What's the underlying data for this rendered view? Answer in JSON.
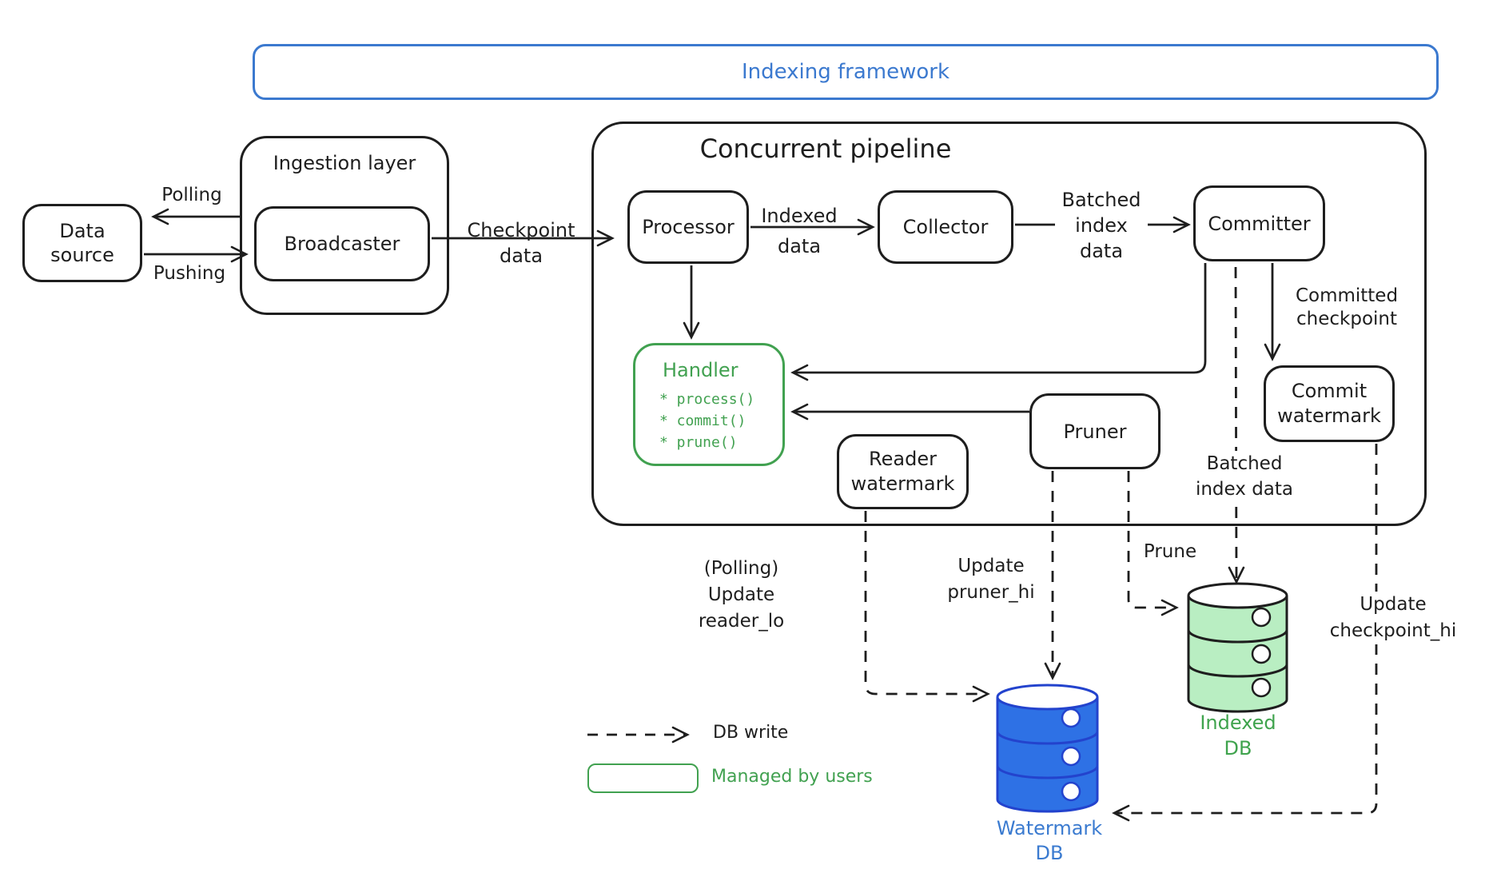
{
  "frame": {
    "title": "Indexing framework"
  },
  "pipeline": {
    "title": "Concurrent pipeline"
  },
  "nodes": {
    "data_source": "Data source",
    "ingestion_layer": "Ingestion layer",
    "broadcaster": "Broadcaster",
    "processor": "Processor",
    "collector": "Collector",
    "committer": "Committer",
    "pruner": "Pruner",
    "handler": {
      "title": "Handler",
      "methods": [
        "* process()",
        "* commit()",
        "* prune()"
      ]
    },
    "reader_watermark": [
      "Reader",
      "watermark"
    ],
    "commit_watermark": [
      "Commit",
      "watermark"
    ]
  },
  "edges": {
    "polling": "Polling",
    "pushing": "Pushing",
    "checkpoint_data": [
      "Checkpoint",
      "data"
    ],
    "indexed_data": [
      "Indexed",
      "data"
    ],
    "batched_index_data": [
      "Batched",
      "index",
      "data"
    ],
    "committed_checkpoint": [
      "Committed",
      "checkpoint"
    ],
    "batched_index_data_db": [
      "Batched",
      "index data"
    ],
    "update_pruner_hi": [
      "Update",
      "pruner_hi"
    ],
    "prune": "Prune",
    "update_reader_lo": [
      "(Polling)",
      "Update",
      "reader_lo"
    ],
    "update_checkpoint_hi": [
      "Update",
      "checkpoint_hi"
    ]
  },
  "databases": {
    "watermark": [
      "Watermark",
      "DB"
    ],
    "indexed": [
      "Indexed",
      "DB"
    ]
  },
  "legend": {
    "db_write": "DB write",
    "managed_by_users": "Managed by users"
  },
  "colors": {
    "ink": "#1e1e1e",
    "frame_blue": "#3b79cf",
    "users_green": "#41a150",
    "indexed_db_fill": "#b9eec2",
    "indexed_db_text": "#3fa34d",
    "watermark_db_fill": "#2e71e5",
    "watermark_db_stroke": "#2343cd",
    "watermark_db_text": "#3b7bd0"
  }
}
